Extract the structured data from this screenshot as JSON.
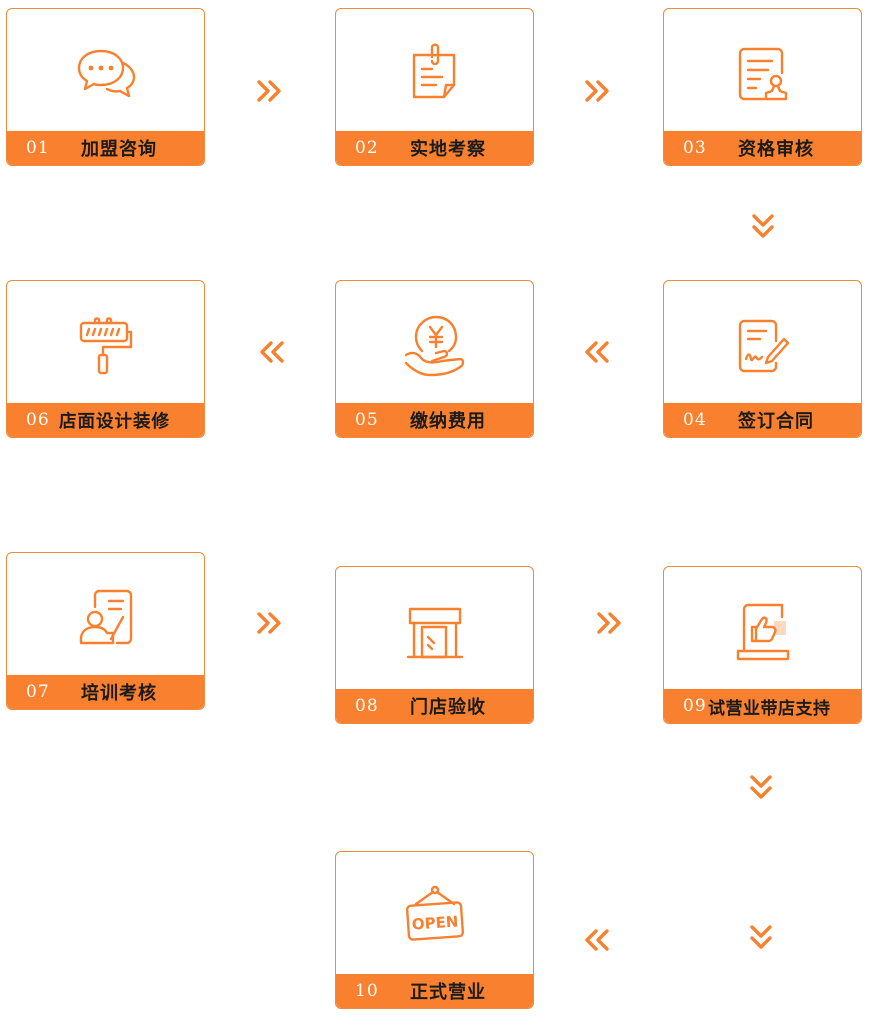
{
  "steps": [
    {
      "num": "01",
      "label": "加盟咨询",
      "icon": "chat-bubbles-icon"
    },
    {
      "num": "02",
      "label": "实地考察",
      "icon": "clipboard-note-icon"
    },
    {
      "num": "03",
      "label": "资格审核",
      "icon": "document-review-icon"
    },
    {
      "num": "04",
      "label": "签订合同",
      "icon": "contract-sign-icon"
    },
    {
      "num": "05",
      "label": "缴纳费用",
      "icon": "yen-payment-icon"
    },
    {
      "num": "06",
      "label": "店面设计装修",
      "icon": "paint-roller-icon"
    },
    {
      "num": "07",
      "label": "培训考核",
      "icon": "training-icon"
    },
    {
      "num": "08",
      "label": "门店验收",
      "icon": "storefront-icon"
    },
    {
      "num": "09",
      "label": "试营业带店支持",
      "icon": "thumbs-up-support-icon"
    },
    {
      "num": "10",
      "label": "正式营业",
      "icon": "open-sign-icon"
    }
  ],
  "colors": {
    "accent": "#f8802e",
    "border": "#f08a3c",
    "text": "#1b1b1b",
    "number": "#ffffff"
  }
}
